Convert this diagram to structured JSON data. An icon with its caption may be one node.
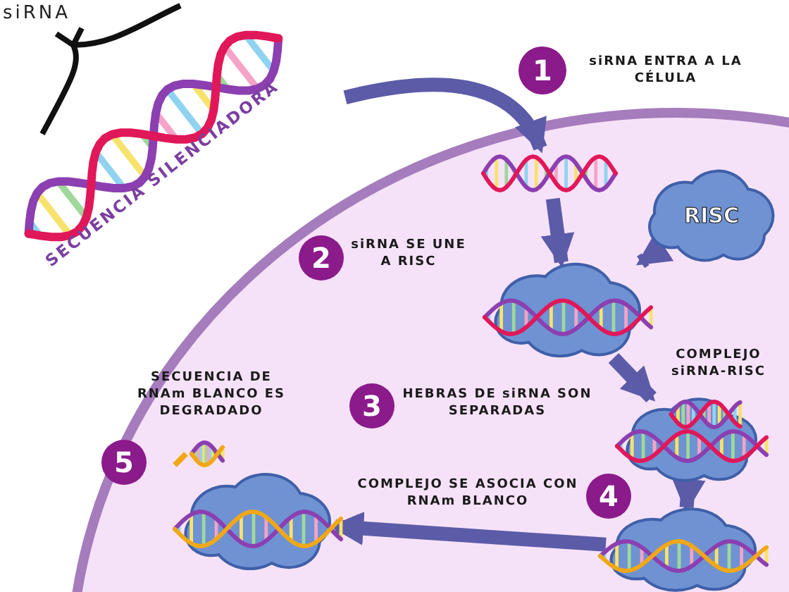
{
  "diagram": {
    "nodes": [
      {
        "text": [
          "siRNA",
          "SECUENCIA SILENCIADORA"
        ]
      },
      {
        "text": [
          "1"
        ],
        "beside": [
          "siRNA ENTRA A LA CÉLULA"
        ]
      },
      {
        "text": [],
        "shape": "circle"
      },
      {
        "text": [],
        "shape": "picture",
        "in": 2
      },
      {
        "text": [
          "RISC"
        ],
        "in": 2
      },
      {
        "text": [
          "2"
        ],
        "beside": [
          "siRNA SE UNE A RISC"
        ],
        "in": 2
      },
      {
        "text": [],
        "shape": "cloud",
        "in": 2
      },
      {
        "text": [
          "3"
        ],
        "beside": [
          "HEBRAS DE siRNA SON SEPARADAS"
        ],
        "in": 2
      },
      {
        "text": [],
        "shape": "cloud",
        "in": 2,
        "beside": [
          "COMPLEJO siRNA-RISC"
        ]
      },
      {
        "text": [
          "5"
        ],
        "beside": [
          "SECUENCIA DE RNAm BLANCO ES DEGRADADO"
        ],
        "in": 2
      },
      {
        "text": [],
        "shape": "picture",
        "in": 2
      },
      {
        "text": [
          "4"
        ],
        "beside": [
          "COMPLEJO SE ASOCIA CON RNAm BLANCO"
        ],
        "in": 2
      },
      {
        "text": [],
        "shape": "cloud",
        "in": 2
      },
      {
        "text": [],
        "shape": "cloud",
        "in": 2
      }
    ],
    "edges": [
      {
        "from": 0,
        "to": 3,
        "arrow": "to"
      },
      {
        "from": 3,
        "to": 6,
        "arrow": "to"
      },
      {
        "from": 4,
        "to": 6,
        "arrow": "to"
      },
      {
        "from": 6,
        "to": 8,
        "arrow": "to"
      },
      {
        "from": 8,
        "to": 12,
        "arrow": "to"
      },
      {
        "from": 12,
        "to": 13,
        "arrow": "to"
      }
    ]
  }
}
